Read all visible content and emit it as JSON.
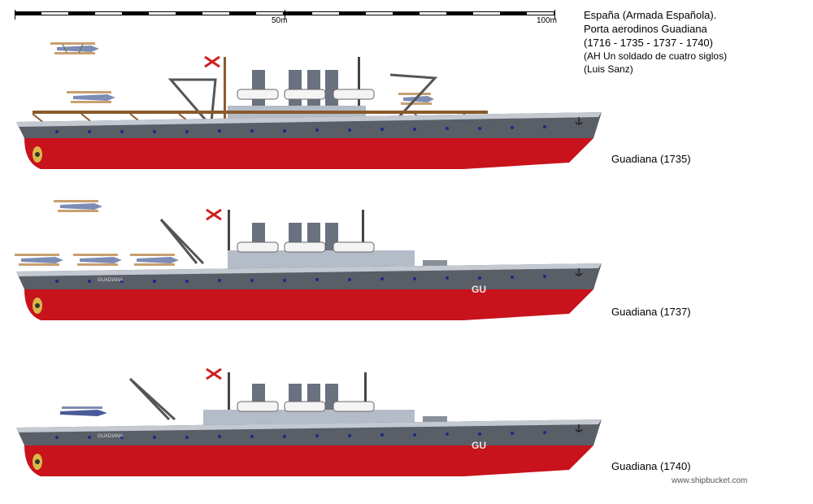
{
  "scale": {
    "label_mid": "50m",
    "label_end": "100m"
  },
  "title": {
    "line1": "España (Armada Española).",
    "line2": "Porta aerodinos Guadiana",
    "line3": "(1716 - 1735 - 1737 - 1740)",
    "line4": "(AH Un soldado de cuatro siglos)",
    "line5": "(Luis Sanz)"
  },
  "ships": [
    {
      "label": "Guadiana (1735)"
    },
    {
      "label": "Guadiana (1737)",
      "nameplate": "GUADIANA",
      "hull_code": "GU"
    },
    {
      "label": "Guadiana (1740)",
      "nameplate": "GUADIANA",
      "hull_code": "GU"
    }
  ],
  "credit": "www.shipbucket.com",
  "colors": {
    "hull_upper": "#5a5e66",
    "hull_lower": "#c8121c",
    "superstructure": "#b4bcc8",
    "deck_wood": "#8a5a2c"
  }
}
